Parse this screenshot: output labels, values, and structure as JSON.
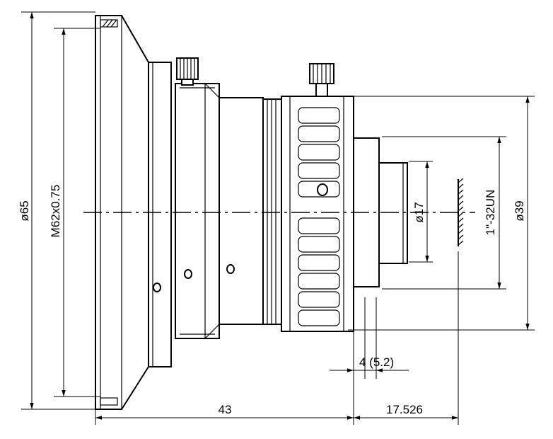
{
  "drawing": {
    "dim_outer_diameter": "ø65",
    "dim_filter_thread": "M62x0.75",
    "dim_length": "43",
    "dim_flange_distance": "17.526",
    "dim_back_offset": "4 (5.2)",
    "dim_rear_diameter": "ø17",
    "dim_mount_thread": "1\"-32UN",
    "dim_mount_diameter": "ø39"
  }
}
